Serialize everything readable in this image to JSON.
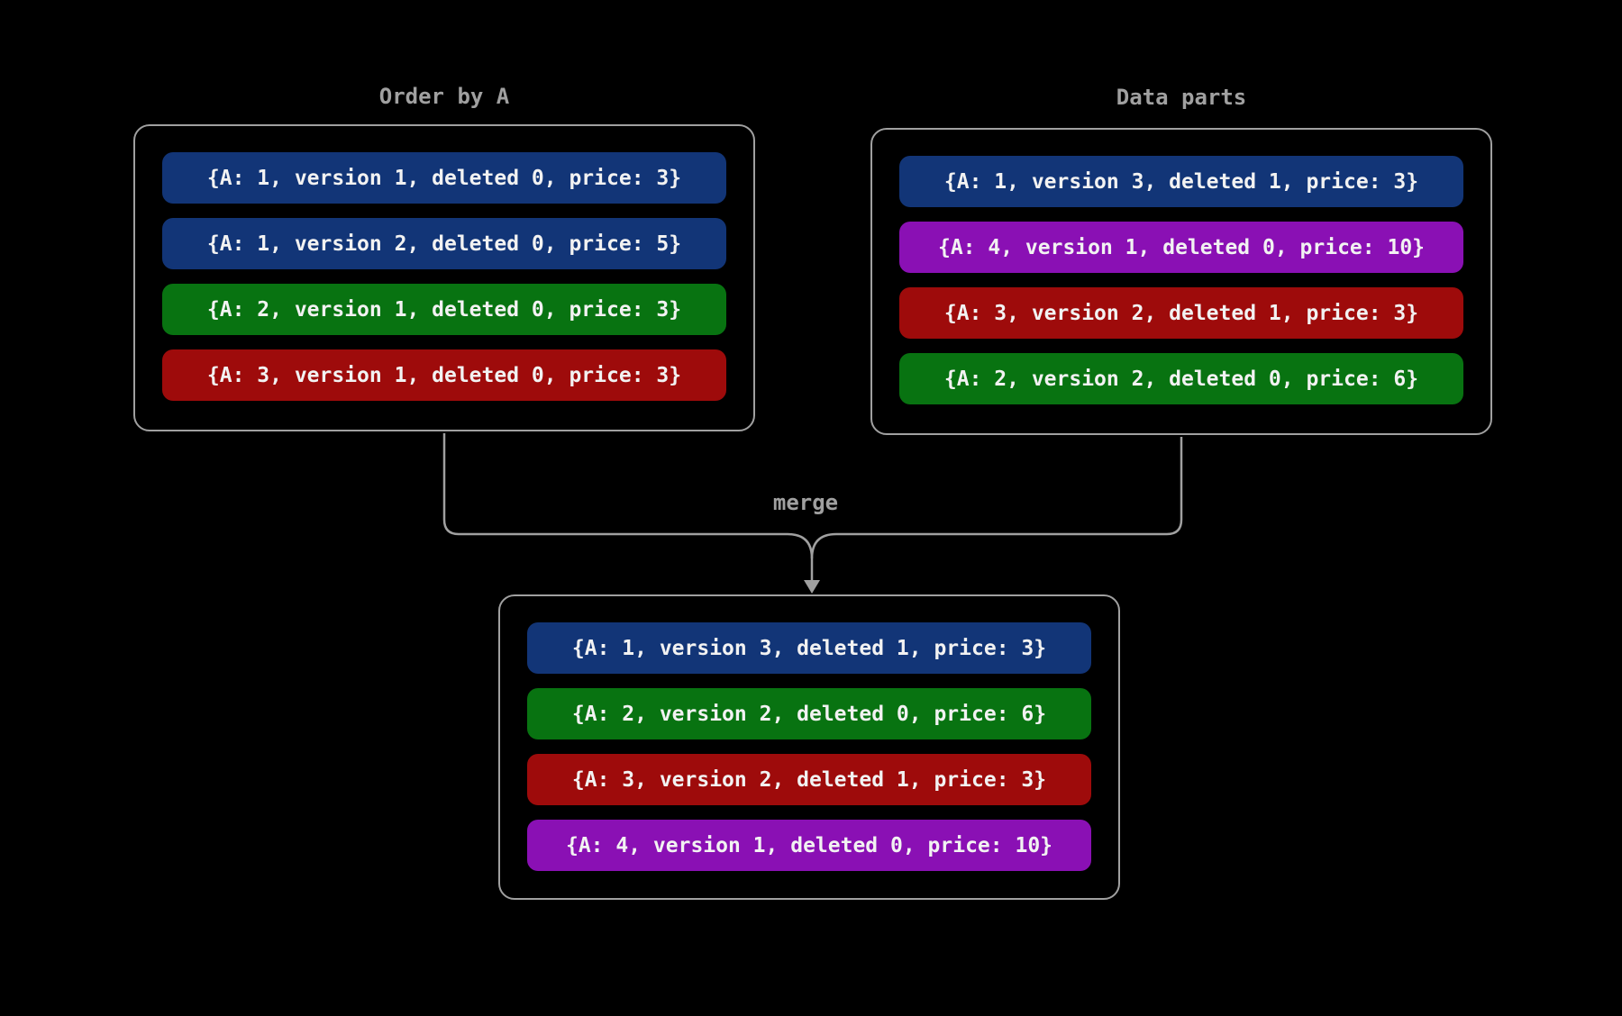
{
  "diagram": {
    "background": "#000000",
    "line_color": "#a0a0a0",
    "title_color": "#a0a0a0",
    "row_text_color": "#f2f2f2",
    "merge_label": "merge",
    "colors": {
      "blue": "#123577",
      "green": "#087311",
      "red": "#9e0b0b",
      "purple": "#8a10b4"
    },
    "boxes": [
      {
        "id": "order-by-a",
        "title": "Order by A",
        "rows": [
          {
            "color": "blue",
            "text": "{A: 1, version 1, deleted 0, price: 3}"
          },
          {
            "color": "blue",
            "text": "{A: 1, version 2, deleted 0, price: 5}"
          },
          {
            "color": "green",
            "text": "{A: 2, version 1, deleted 0, price: 3}"
          },
          {
            "color": "red",
            "text": "{A: 3, version 1, deleted 0, price: 3}"
          }
        ]
      },
      {
        "id": "data-parts",
        "title": "Data parts",
        "rows": [
          {
            "color": "blue",
            "text": "{A: 1, version 3, deleted 1, price: 3}"
          },
          {
            "color": "purple",
            "text": "{A: 4, version 1, deleted 0, price: 10}"
          },
          {
            "color": "red",
            "text": "{A: 3, version 2, deleted 1, price: 3}"
          },
          {
            "color": "green",
            "text": "{A: 2, version 2, deleted 0, price: 6}"
          }
        ]
      },
      {
        "id": "merged-result",
        "rows": [
          {
            "color": "blue",
            "text": "{A: 1, version 3, deleted 1, price: 3}"
          },
          {
            "color": "green",
            "text": "{A: 2, version 2, deleted 0, price: 6}"
          },
          {
            "color": "red",
            "text": "{A: 3, version 2, deleted 1, price: 3}"
          },
          {
            "color": "purple",
            "text": "{A: 4, version 1, deleted 0, price: 10}"
          }
        ]
      }
    ]
  }
}
